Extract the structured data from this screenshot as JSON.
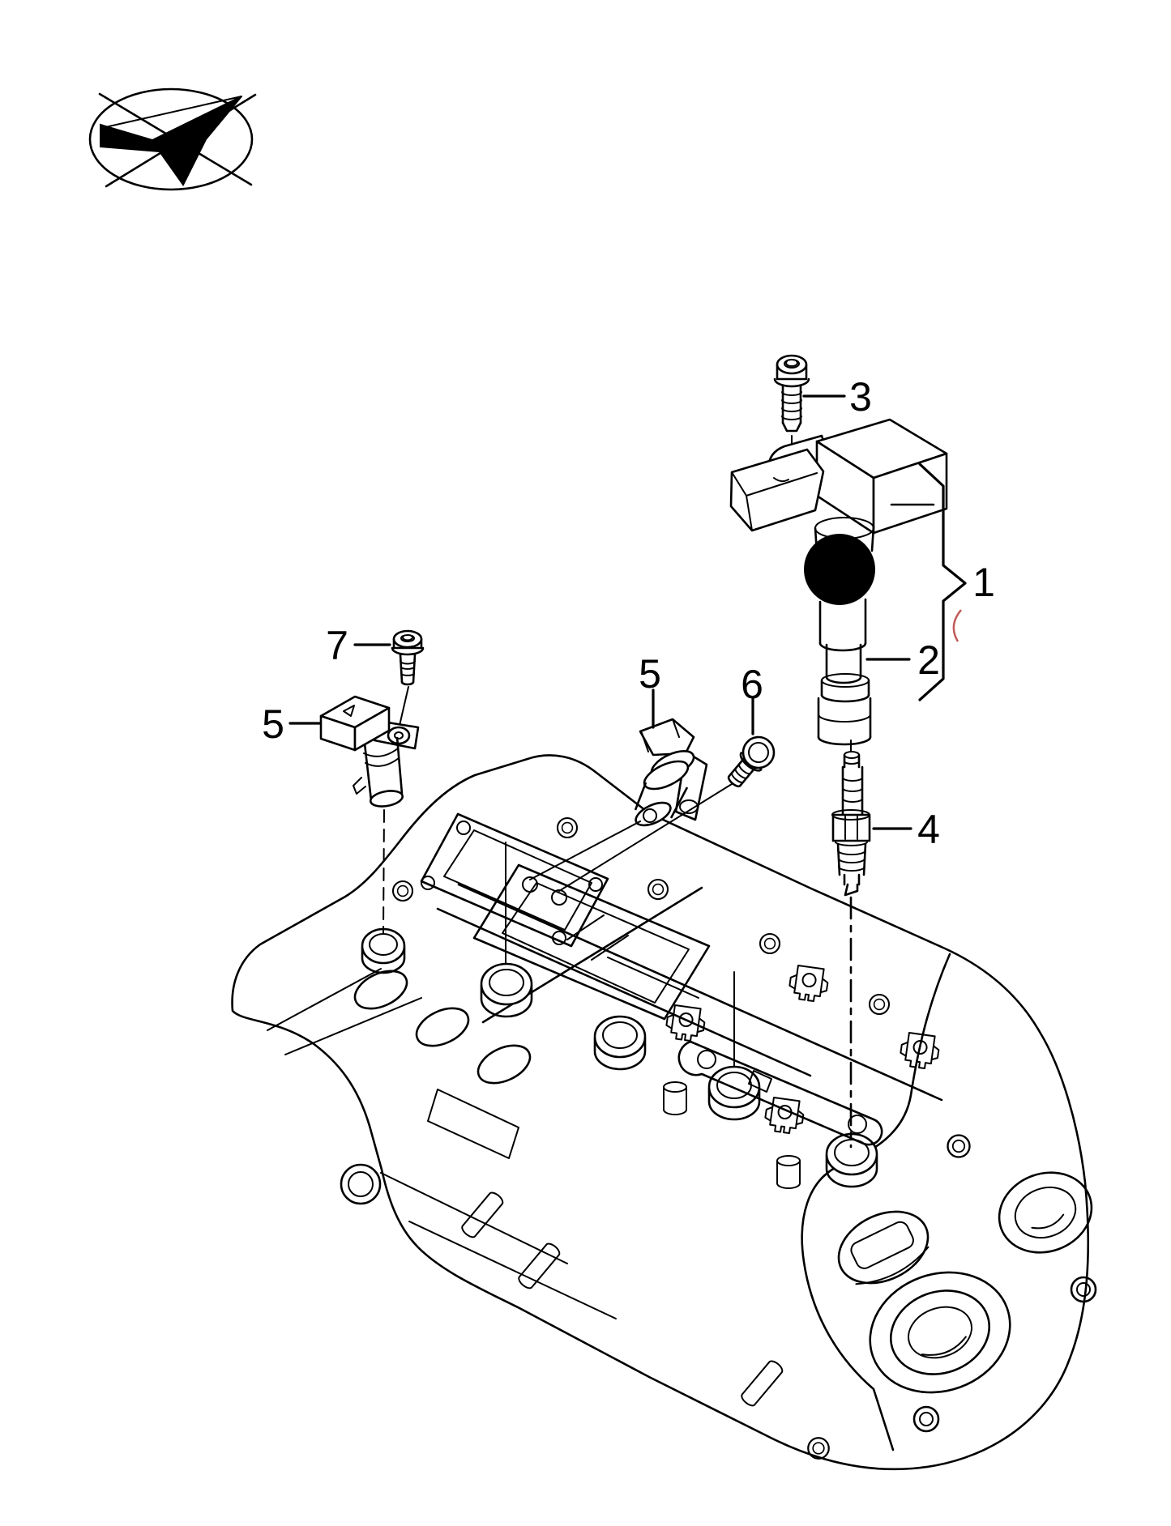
{
  "diagram": {
    "background": "#ffffff",
    "stroke_color": "#000000",
    "accent_mark_color": "#c25a5a",
    "highlight_dot_color": "#000000"
  },
  "logo": {
    "icon": "paper-plane-ellipse-logo"
  },
  "callouts": {
    "n1": "1",
    "n2": "2",
    "n3": "3",
    "n4": "4",
    "n5_left": "5",
    "n5_mid": "5",
    "n6": "6",
    "n7": "7"
  }
}
